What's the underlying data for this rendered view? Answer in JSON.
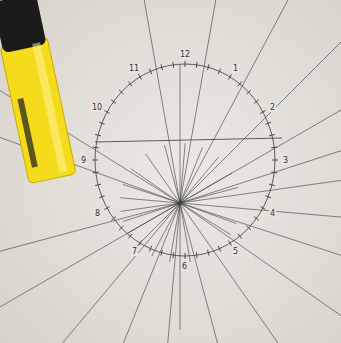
{
  "diagram": {
    "labels": [
      "12",
      "11",
      "1",
      "10",
      "2",
      "9",
      "3",
      "8",
      "4",
      "7",
      "5",
      "6"
    ]
  }
}
